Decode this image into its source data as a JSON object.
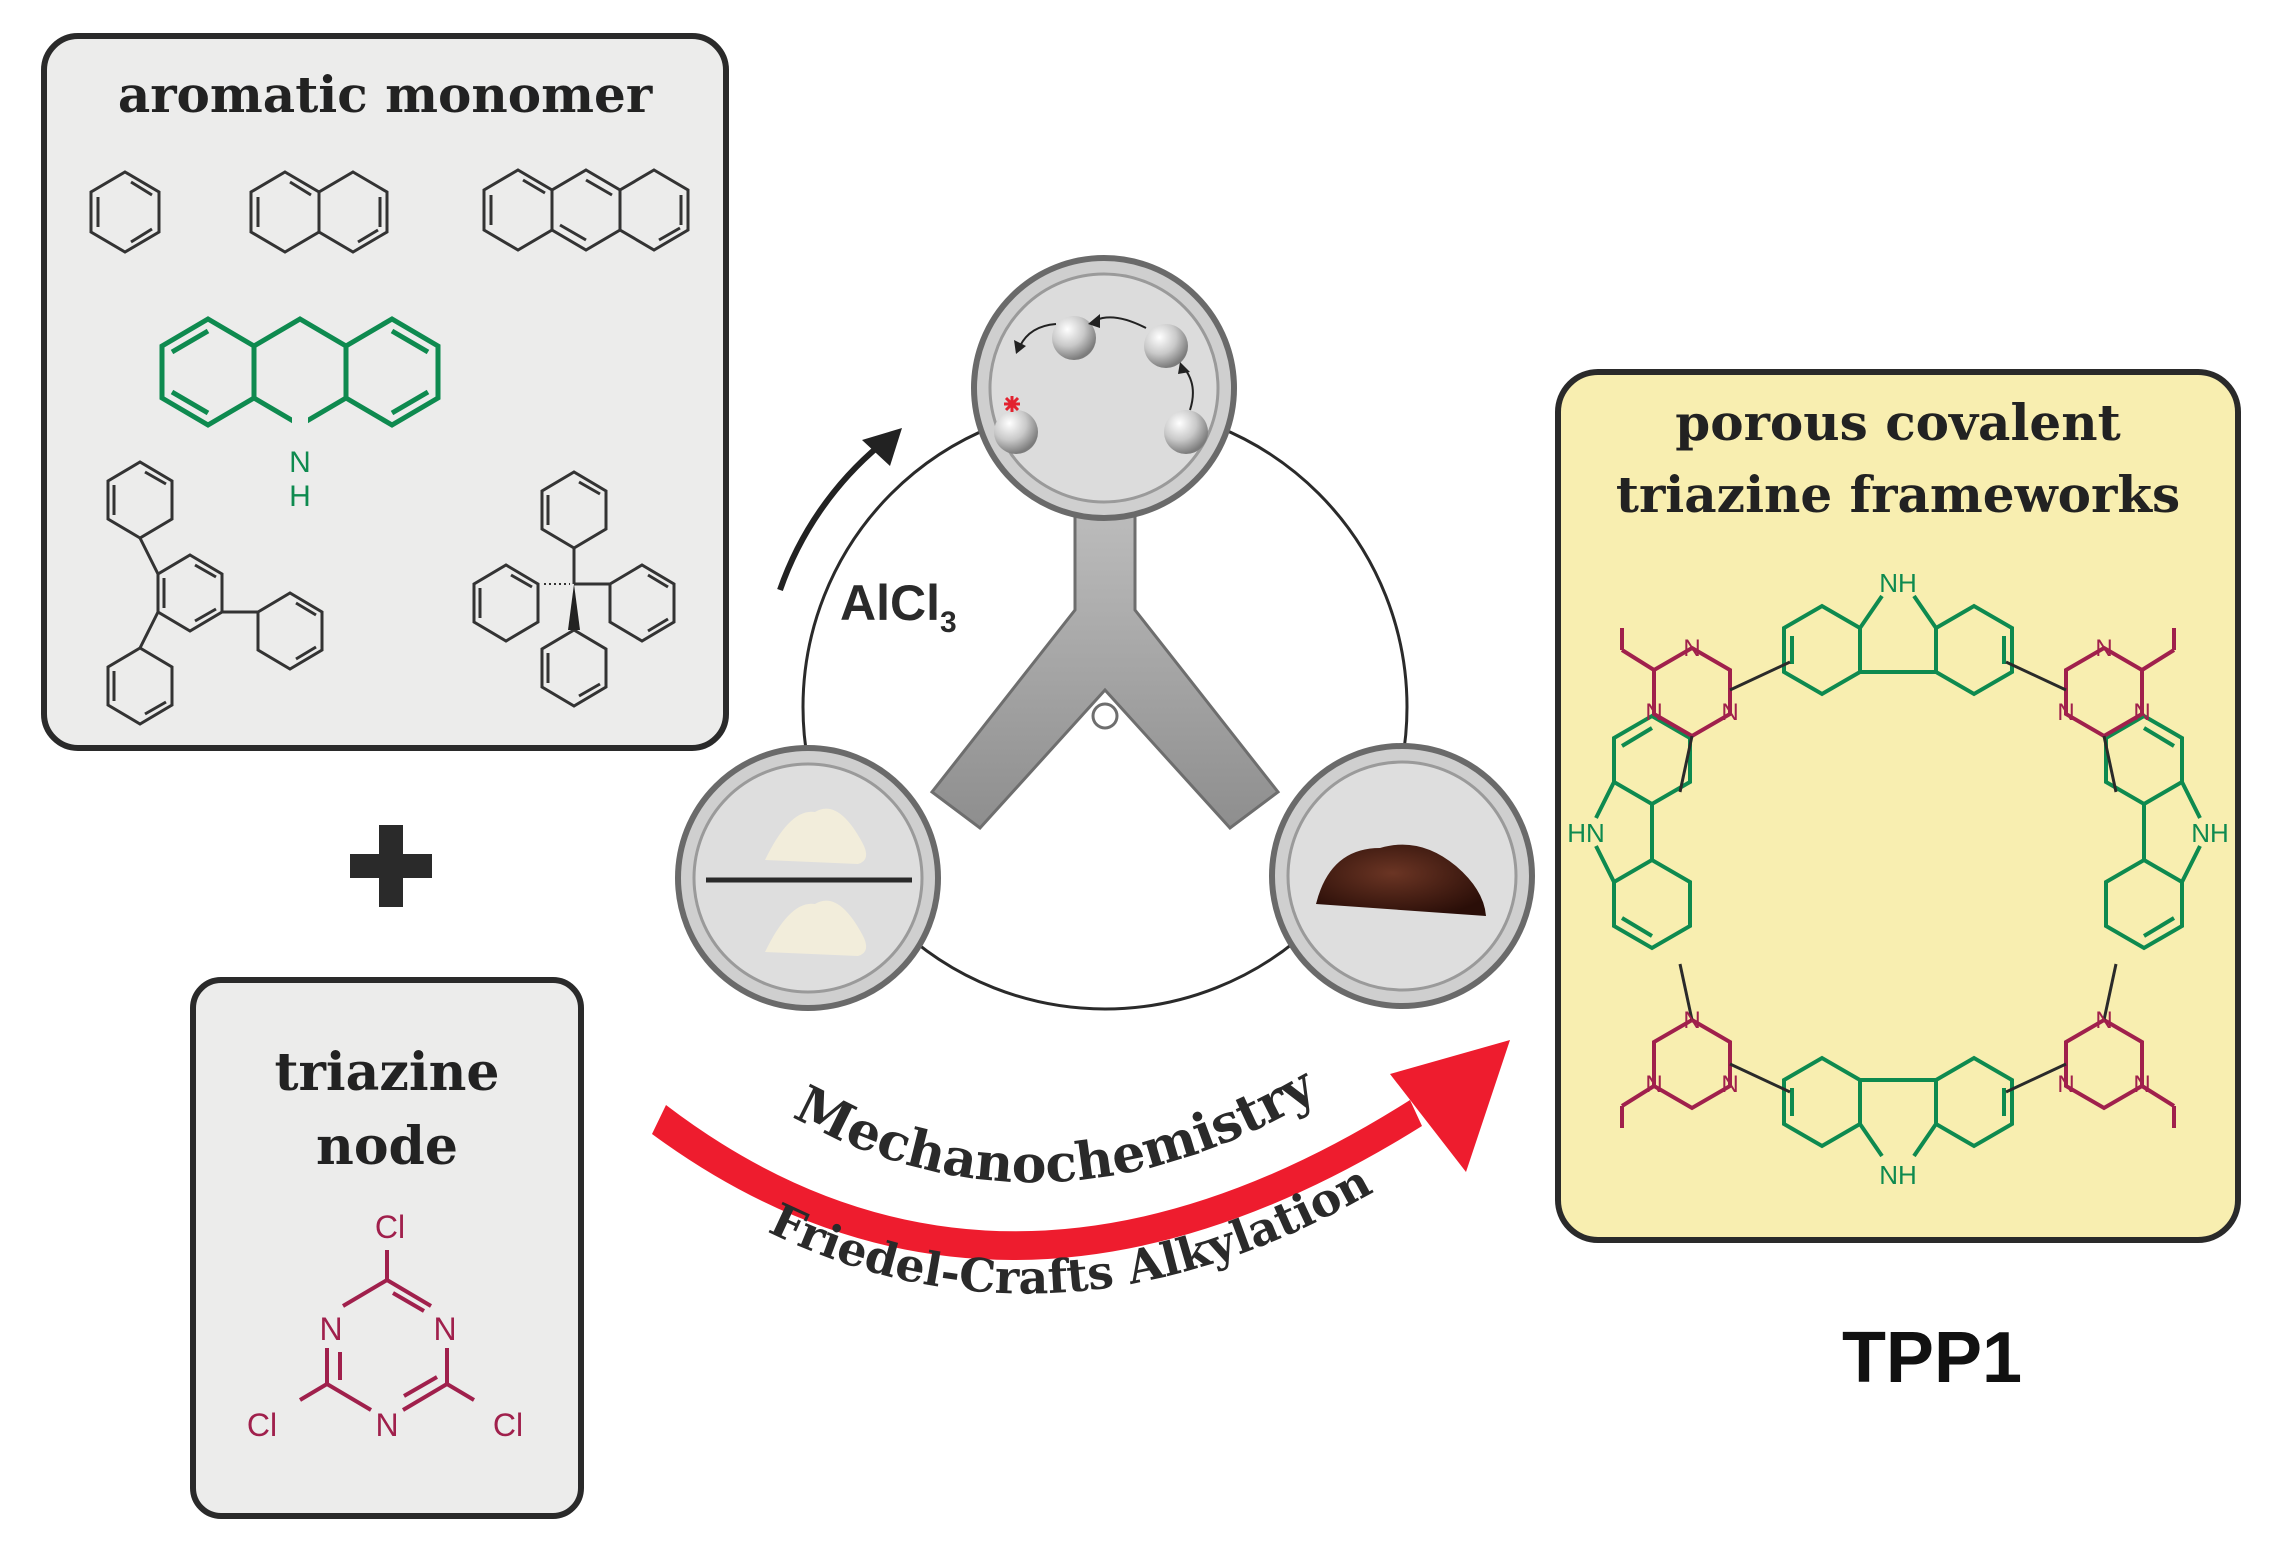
{
  "boxes": {
    "monomer_title": "aromatic monomer",
    "node_title_line1": "triazine",
    "node_title_line2": "node",
    "framework_title_line1": "porous covalent",
    "framework_title_line2": "triazine frameworks"
  },
  "plus_sign": "+",
  "reagent": {
    "main": "AlCl",
    "sub": "3"
  },
  "process": {
    "line1": "Mechanochemistry",
    "line2": "Friedel-Crafts Alkylation"
  },
  "product_label": "TPP1",
  "atoms": {
    "nitrogen": "N",
    "chlorine": "Cl",
    "nh": "NH",
    "hn": "HN",
    "h": "H"
  },
  "colors": {
    "green": "#0e8a4f",
    "maroon": "#a0204c",
    "gray_box": "#ececeb",
    "yellow_box": "#f8eeb0",
    "red_arrow": "#ee1c2e",
    "powder_brown": "#3e1a12",
    "steel": "#a4a4a4"
  }
}
